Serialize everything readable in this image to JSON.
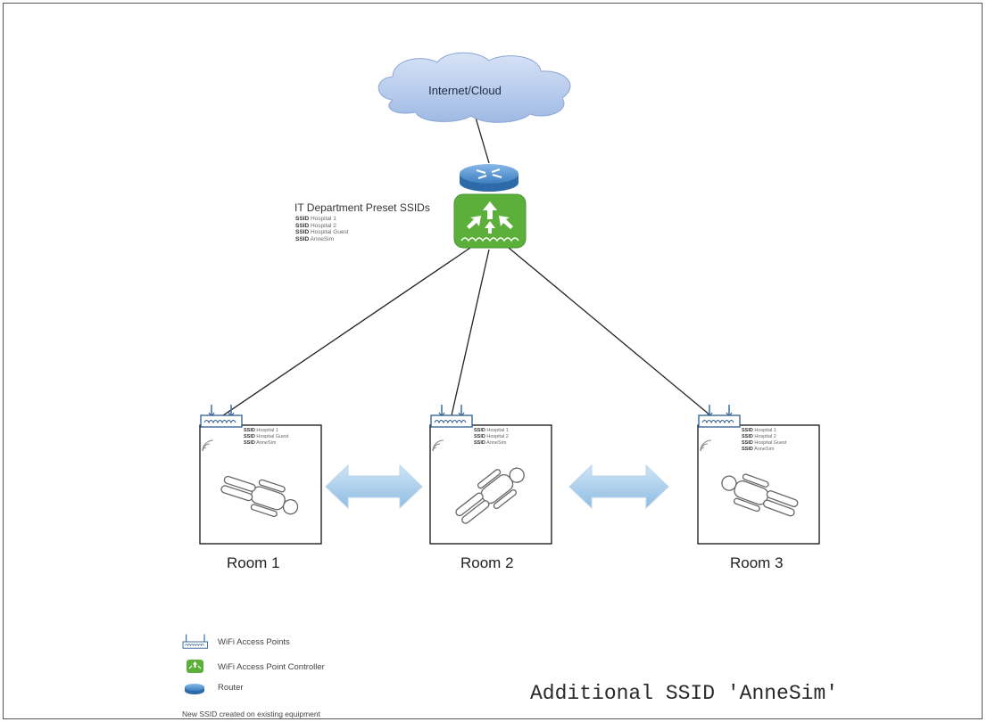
{
  "cloud": {
    "label": "Internet/Cloud"
  },
  "controller": {
    "title": "IT Department Preset SSIDs",
    "ssids": [
      {
        "tag": "SSID",
        "name": "Hospital 1"
      },
      {
        "tag": "SSID",
        "name": "Hospital 2"
      },
      {
        "tag": "SSID",
        "name": "Hospital Guest"
      },
      {
        "tag": "SSID",
        "name": "AnneSim"
      }
    ]
  },
  "rooms": [
    {
      "label": "Room 1",
      "ssids": [
        {
          "tag": "SSID",
          "name": "Hospital 1"
        },
        {
          "tag": "SSID",
          "name": "Hospital Guest"
        },
        {
          "tag": "SSID",
          "name": "AnneSim"
        }
      ]
    },
    {
      "label": "Room 2",
      "ssids": [
        {
          "tag": "SSID",
          "name": "Hospital 1"
        },
        {
          "tag": "SSID",
          "name": "Hospital 2"
        },
        {
          "tag": "SSID",
          "name": "AnneSim"
        }
      ]
    },
    {
      "label": "Room 3",
      "ssids": [
        {
          "tag": "SSID",
          "name": "Hospital 1"
        },
        {
          "tag": "SSID",
          "name": "Hospital 2"
        },
        {
          "tag": "SSID",
          "name": "Hospital Guest"
        },
        {
          "tag": "SSID",
          "name": "AnneSim"
        }
      ]
    }
  ],
  "legend": {
    "items": [
      {
        "icon": "access-point-icon",
        "label": "WiFi Access Points"
      },
      {
        "icon": "controller-icon",
        "label": "WiFi Access Point Controller"
      },
      {
        "icon": "router-icon",
        "label": "Router"
      }
    ],
    "note": "New SSID created on existing equipment"
  },
  "title": "Additional SSID 'AnneSim'",
  "colors": {
    "cloud": "#b9cdee",
    "router": "#4a86c5",
    "controller": "#5daf3c",
    "arrow": "#a9cde8",
    "line": "#222222"
  }
}
